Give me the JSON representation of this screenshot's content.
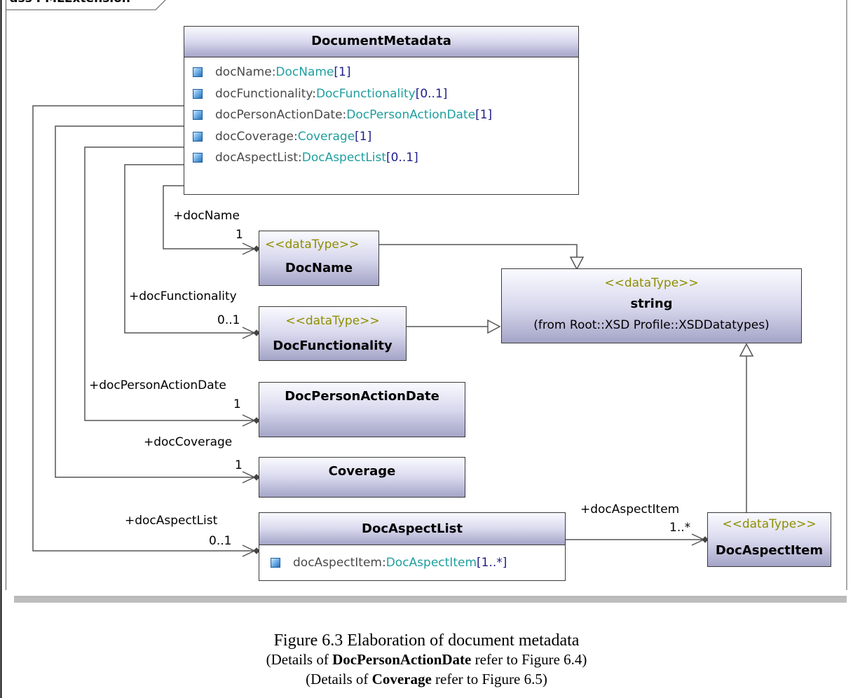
{
  "diagram": {
    "frame_tab": "ass PMLExtension",
    "classes": {
      "document_metadata": {
        "name": "DocumentMetadata",
        "attributes": [
          {
            "name": "docName:",
            "type": "DocName",
            "mult": "[1]"
          },
          {
            "name": "docFunctionality:",
            "type": "DocFunctionality",
            "mult": "[0..1]"
          },
          {
            "name": "docPersonActionDate:",
            "type": "DocPersonActionDate",
            "mult": "[1]"
          },
          {
            "name": "docCoverage:",
            "type": "Coverage",
            "mult": "[1]"
          },
          {
            "name": "docAspectList:",
            "type": "DocAspectList",
            "mult": "[0..1]"
          }
        ]
      },
      "doc_name": {
        "stereotype": "<<dataType>>",
        "name": "DocName"
      },
      "doc_functionality": {
        "stereotype": "<<dataType>>",
        "name": "DocFunctionality"
      },
      "doc_person_action_date": {
        "name": "DocPersonActionDate"
      },
      "coverage": {
        "name": "Coverage"
      },
      "doc_aspect_list": {
        "name": "DocAspectList",
        "attributes": [
          {
            "name": "docAspectItem:",
            "type": "DocAspectItem",
            "mult": "[1..*]"
          }
        ]
      },
      "string": {
        "stereotype": "<<dataType>>",
        "name": "string",
        "from": "(from Root::XSD Profile::XSDDatatypes)"
      },
      "doc_aspect_item": {
        "stereotype": "<<dataType>>",
        "name": "DocAspectItem"
      }
    },
    "associations": {
      "doc_name": {
        "role": "+docName",
        "mult": "1"
      },
      "doc_functionality": {
        "role": "+docFunctionality",
        "mult": "0..1"
      },
      "doc_person_action_date": {
        "role": "+docPersonActionDate",
        "mult": "1"
      },
      "doc_coverage": {
        "role": "+docCoverage",
        "mult": "1"
      },
      "doc_aspect_list": {
        "role": "+docAspectList",
        "mult": "0..1"
      },
      "doc_aspect_item": {
        "role": "+docAspectItem",
        "mult": "1..*"
      }
    }
  },
  "caption": {
    "title": "Figure 6.3 Elaboration of document metadata",
    "note1_prefix": "(Details of ",
    "note1_bold": "DocPersonActionDate",
    "note1_suffix": " refer to Figure 6.4)",
    "note2_prefix": "(Details of ",
    "note2_bold": "Coverage",
    "note2_suffix": " refer to Figure 6.5)"
  }
}
